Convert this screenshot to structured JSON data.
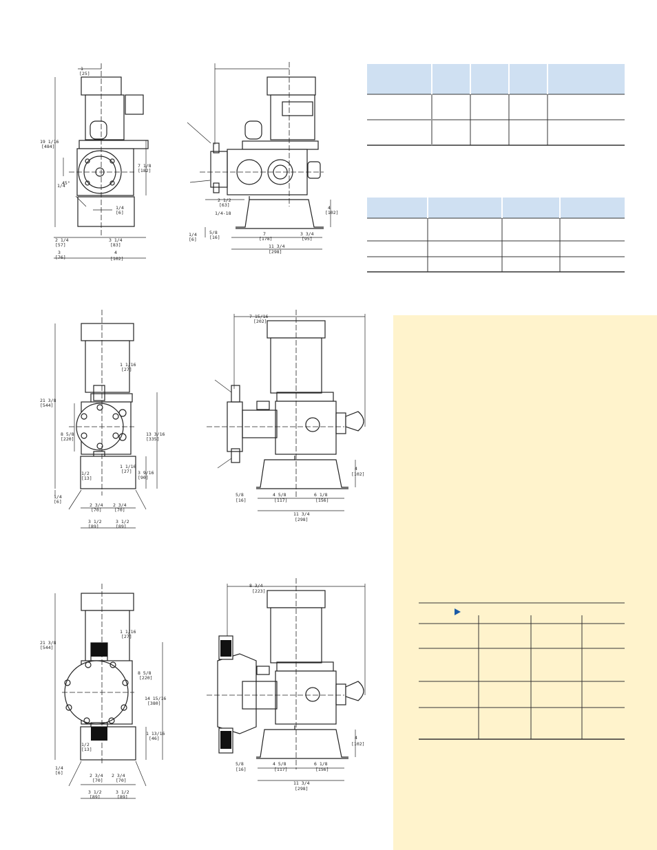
{
  "drawings": {
    "top_front": {
      "dims": [
        {
          "text": "1",
          "sub": "[25]"
        },
        {
          "text": "19 1/16",
          "sub": "[484]"
        },
        {
          "text": "7 1/8",
          "sub": "[182]"
        },
        {
          "text": "45°",
          "sub": ""
        },
        {
          "text": "1/4",
          "sub": ""
        },
        {
          "text": "1/4",
          "sub": "[6]"
        },
        {
          "text": "2 1/4",
          "sub": "[57]"
        },
        {
          "text": "3 1/4",
          "sub": "[83]"
        },
        {
          "text": "3",
          "sub": "[76]"
        },
        {
          "text": "4",
          "sub": "[102]"
        }
      ]
    },
    "top_side": {
      "dims": [
        {
          "text": "2 1/2",
          "sub": "[63]"
        },
        {
          "text": "1/4-18",
          "sub": ""
        },
        {
          "text": "4",
          "sub": "[102]"
        },
        {
          "text": "1/4",
          "sub": "[6]"
        },
        {
          "text": "5/8",
          "sub": "[16]"
        },
        {
          "text": "7",
          "sub": "[178]"
        },
        {
          "text": "3 3/4",
          "sub": "[95]"
        },
        {
          "text": "11 3/4",
          "sub": "[298]"
        }
      ]
    },
    "mid_front": {
      "dims": [
        {
          "text": "1 1/16",
          "sub": "[27]"
        },
        {
          "text": "21 3/8",
          "sub": "[544]"
        },
        {
          "text": "8 5/8",
          "sub": "[220]"
        },
        {
          "text": "13 3/16",
          "sub": "[335]"
        },
        {
          "text": "1 1/16",
          "sub": "[27]"
        },
        {
          "text": "1/2",
          "sub": "[13]"
        },
        {
          "text": "3 9/16",
          "sub": "[90]"
        },
        {
          "text": "1/4",
          "sub": "[6]"
        },
        {
          "text": "2 3/4",
          "sub": "[70]"
        },
        {
          "text": "2 3/4",
          "sub": "[70]"
        },
        {
          "text": "3 1/2",
          "sub": "[89]"
        },
        {
          "text": "3 1/2",
          "sub": "[89]"
        }
      ]
    },
    "mid_side": {
      "dims": [
        {
          "text": "7 15/16",
          "sub": "[202]"
        },
        {
          "text": "4",
          "sub": "[102]"
        },
        {
          "text": "5/8",
          "sub": "[16]"
        },
        {
          "text": "4 5/8",
          "sub": "[117]"
        },
        {
          "text": "6 1/8",
          "sub": "[156]"
        },
        {
          "text": "11 3/4",
          "sub": "[298]"
        }
      ]
    },
    "bot_front": {
      "dims": [
        {
          "text": "1 1/16",
          "sub": "[27]"
        },
        {
          "text": "21 3/8",
          "sub": "[544]"
        },
        {
          "text": "8 5/8",
          "sub": "[220]"
        },
        {
          "text": "14 15/16",
          "sub": "[380]"
        },
        {
          "text": "1 13/16",
          "sub": "[46]"
        },
        {
          "text": "1/2",
          "sub": "[13]"
        },
        {
          "text": "1/4",
          "sub": "[6]"
        },
        {
          "text": "2 3/4",
          "sub": "[70]"
        },
        {
          "text": "2 3/4",
          "sub": "[70]"
        },
        {
          "text": "3 1/2",
          "sub": "[89]"
        },
        {
          "text": "3 1/2",
          "sub": "[89]"
        }
      ]
    },
    "bot_side": {
      "dims": [
        {
          "text": "8 3/4",
          "sub": "[223]"
        },
        {
          "text": "4",
          "sub": "[102]"
        },
        {
          "text": "5/8",
          "sub": "[16]"
        },
        {
          "text": "4 5/8",
          "sub": "[117]"
        },
        {
          "text": "6 1/8",
          "sub": "[156]"
        },
        {
          "text": "11 3/4",
          "sub": "[298]"
        }
      ]
    }
  },
  "colors": {
    "table_header": "#cfe0f2",
    "panel": "#fff3cc",
    "arrow": "#1b5aa6"
  },
  "panel_table": {
    "arrow_icon": "triangle-right-icon"
  }
}
